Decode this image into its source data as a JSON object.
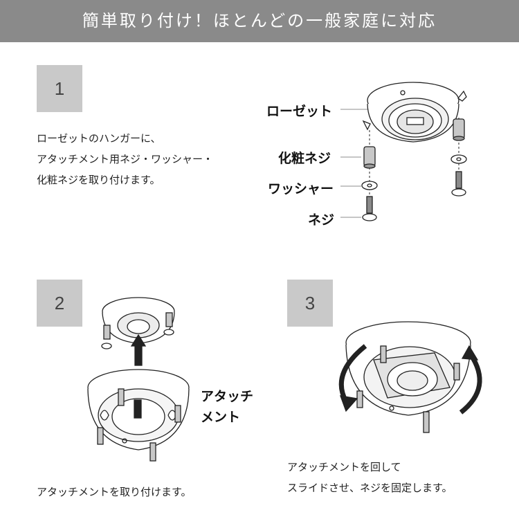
{
  "banner": {
    "title": "簡単取り付け！ほとんどの一般家庭に対応"
  },
  "step1": {
    "number": "1",
    "lines": [
      "ローゼットのハンガーに、",
      "アタッチメント用ネジ・ワッシャー・",
      "化粧ネジを取り付けます。"
    ],
    "labels": {
      "rosette": "ローゼット",
      "decor_screw": "化粧ネジ",
      "washer": "ワッシャー",
      "screw": "ネジ"
    }
  },
  "step2": {
    "number": "2",
    "label_attachment": [
      "アタッチ",
      "メント"
    ],
    "caption": "アタッチメントを取り付けます。"
  },
  "step3": {
    "number": "3",
    "lines": [
      "アタッチメントを回して",
      "スライドさせ、ネジを固定します。"
    ]
  }
}
